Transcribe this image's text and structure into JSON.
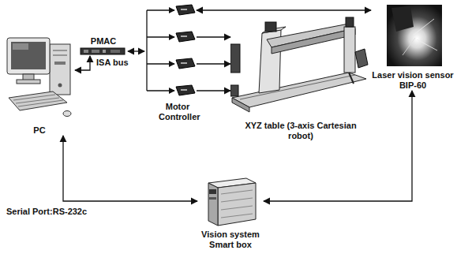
{
  "diagram": {
    "nodes": [
      {
        "text": [
          "PC"
        ]
      },
      {
        "text": [
          "PMAC"
        ]
      },
      {
        "text": [
          "Motor Controller"
        ]
      },
      {
        "text": [
          "XYZ table (3-axis Cartesian robot)"
        ]
      },
      {
        "text": [
          "Laser vision sensor BIP-60"
        ]
      },
      {
        "text": [
          "Vision system Smart box"
        ]
      }
    ],
    "edges": [
      {
        "from": 0,
        "to": 1,
        "arrow": "both",
        "label": "ISA bus"
      },
      {
        "from": 1,
        "to": 2,
        "arrow": "both"
      },
      {
        "from": 2,
        "to": 3,
        "arrow": "to"
      },
      {
        "from": 2,
        "to": 4,
        "arrow": "both"
      },
      {
        "from": 0,
        "to": 5,
        "arrow": "both"
      },
      {
        "from": 5,
        "to": 4,
        "arrow": "both"
      }
    ],
    "labels": [
      "Serial Port:RS-232c"
    ]
  }
}
